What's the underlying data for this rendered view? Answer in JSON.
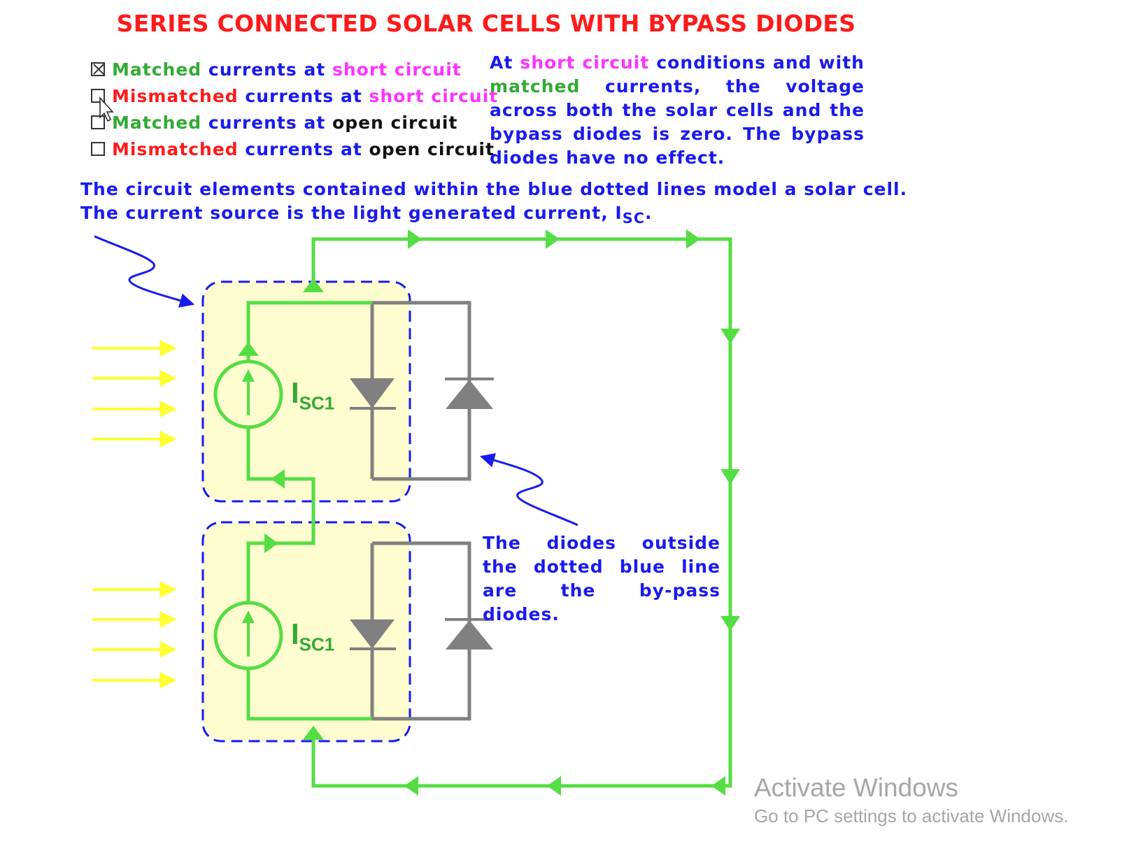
{
  "title": "SERIES CONNECTED SOLAR CELLS WITH BYPASS DIODES",
  "options": [
    {
      "checked": true,
      "w1": "Matched",
      "w2": "currents",
      "w3": "at",
      "w4": "short circuit"
    },
    {
      "checked": false,
      "w1": "Mismatched",
      "w2": "currents",
      "w3": "at",
      "w4": "short circuit"
    },
    {
      "checked": false,
      "w1": "Matched",
      "w2": "currents",
      "w3": "at",
      "w4": "open circuit"
    },
    {
      "checked": false,
      "w1": "Mismatched",
      "w2": "currents",
      "w3": "at",
      "w4": "open circuit"
    }
  ],
  "explanation": {
    "p1": "At",
    "p2": "short circuit",
    "p3": "conditions and with",
    "p4": "matched",
    "p5": "currents, the voltage across both the solar cells and the bypass diodes is zero. The bypass diodes have no effect."
  },
  "note": {
    "line1": "The circuit elements contained within the blue dotted lines model a solar cell.",
    "line2": "The current source is the light generated current, I",
    "line2_sub": "SC",
    "line2_end": "."
  },
  "cells": [
    {
      "label": "I",
      "label_sub": "SC1"
    },
    {
      "label": "I",
      "label_sub": "SC1"
    }
  ],
  "bypass_note": "The diodes outside the dotted blue line are the by-pass diodes.",
  "watermark": {
    "line1": "Activate Windows",
    "line2": "Go to PC settings to activate Windows."
  },
  "colors": {
    "title": "#ff1a1a",
    "wire_green": "#55dd44",
    "wire_gray": "#808080",
    "cell_box": "#1a1aee",
    "cell_fill": "#fdfdd0",
    "light_rays": "#ffff33"
  }
}
